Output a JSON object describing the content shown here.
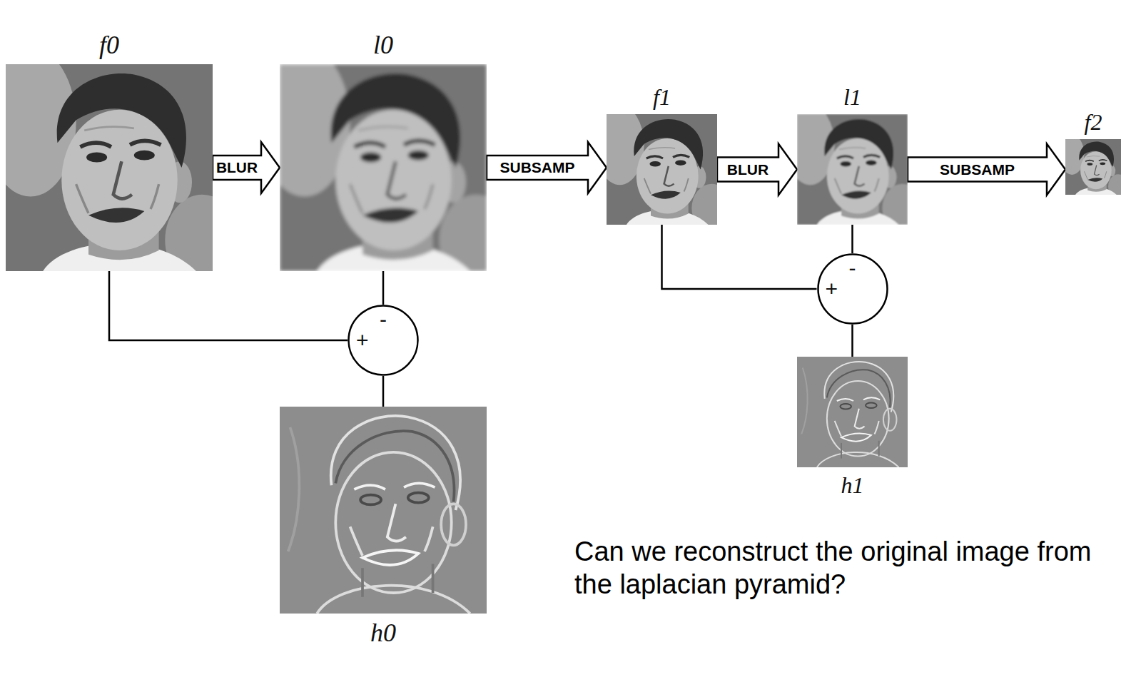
{
  "diagram": {
    "nodes": [
      {
        "text": [
          "f0"
        ]
      },
      {
        "text": [
          "l0"
        ]
      },
      {
        "text": [
          "f1"
        ]
      },
      {
        "text": [
          "l1"
        ]
      },
      {
        "text": [
          "f2"
        ]
      },
      {
        "text": [
          "-",
          "+"
        ]
      },
      {
        "text": [
          "h0"
        ]
      },
      {
        "text": [
          "-",
          "+"
        ]
      },
      {
        "text": [
          "h1"
        ]
      }
    ],
    "edges": [
      {
        "from": 0,
        "to": 1,
        "label": "BLUR",
        "arrow": "to"
      },
      {
        "from": 1,
        "to": 2,
        "label": "SUBSAMP",
        "arrow": "to"
      },
      {
        "from": 2,
        "to": 3,
        "label": "BLUR",
        "arrow": "to"
      },
      {
        "from": 3,
        "to": 4,
        "label": "SUBSAMP",
        "arrow": "to"
      },
      {
        "from": 0,
        "to": 5,
        "arrow": "none"
      },
      {
        "from": 1,
        "to": 5,
        "arrow": "none"
      },
      {
        "from": 5,
        "to": 6,
        "arrow": "none"
      },
      {
        "from": 2,
        "to": 7,
        "arrow": "none"
      },
      {
        "from": 3,
        "to": 7,
        "arrow": "none"
      },
      {
        "from": 7,
        "to": 8,
        "arrow": "none"
      }
    ],
    "labels": [
      "Can we reconstruct the original image from the laplacian pyramid?"
    ]
  }
}
